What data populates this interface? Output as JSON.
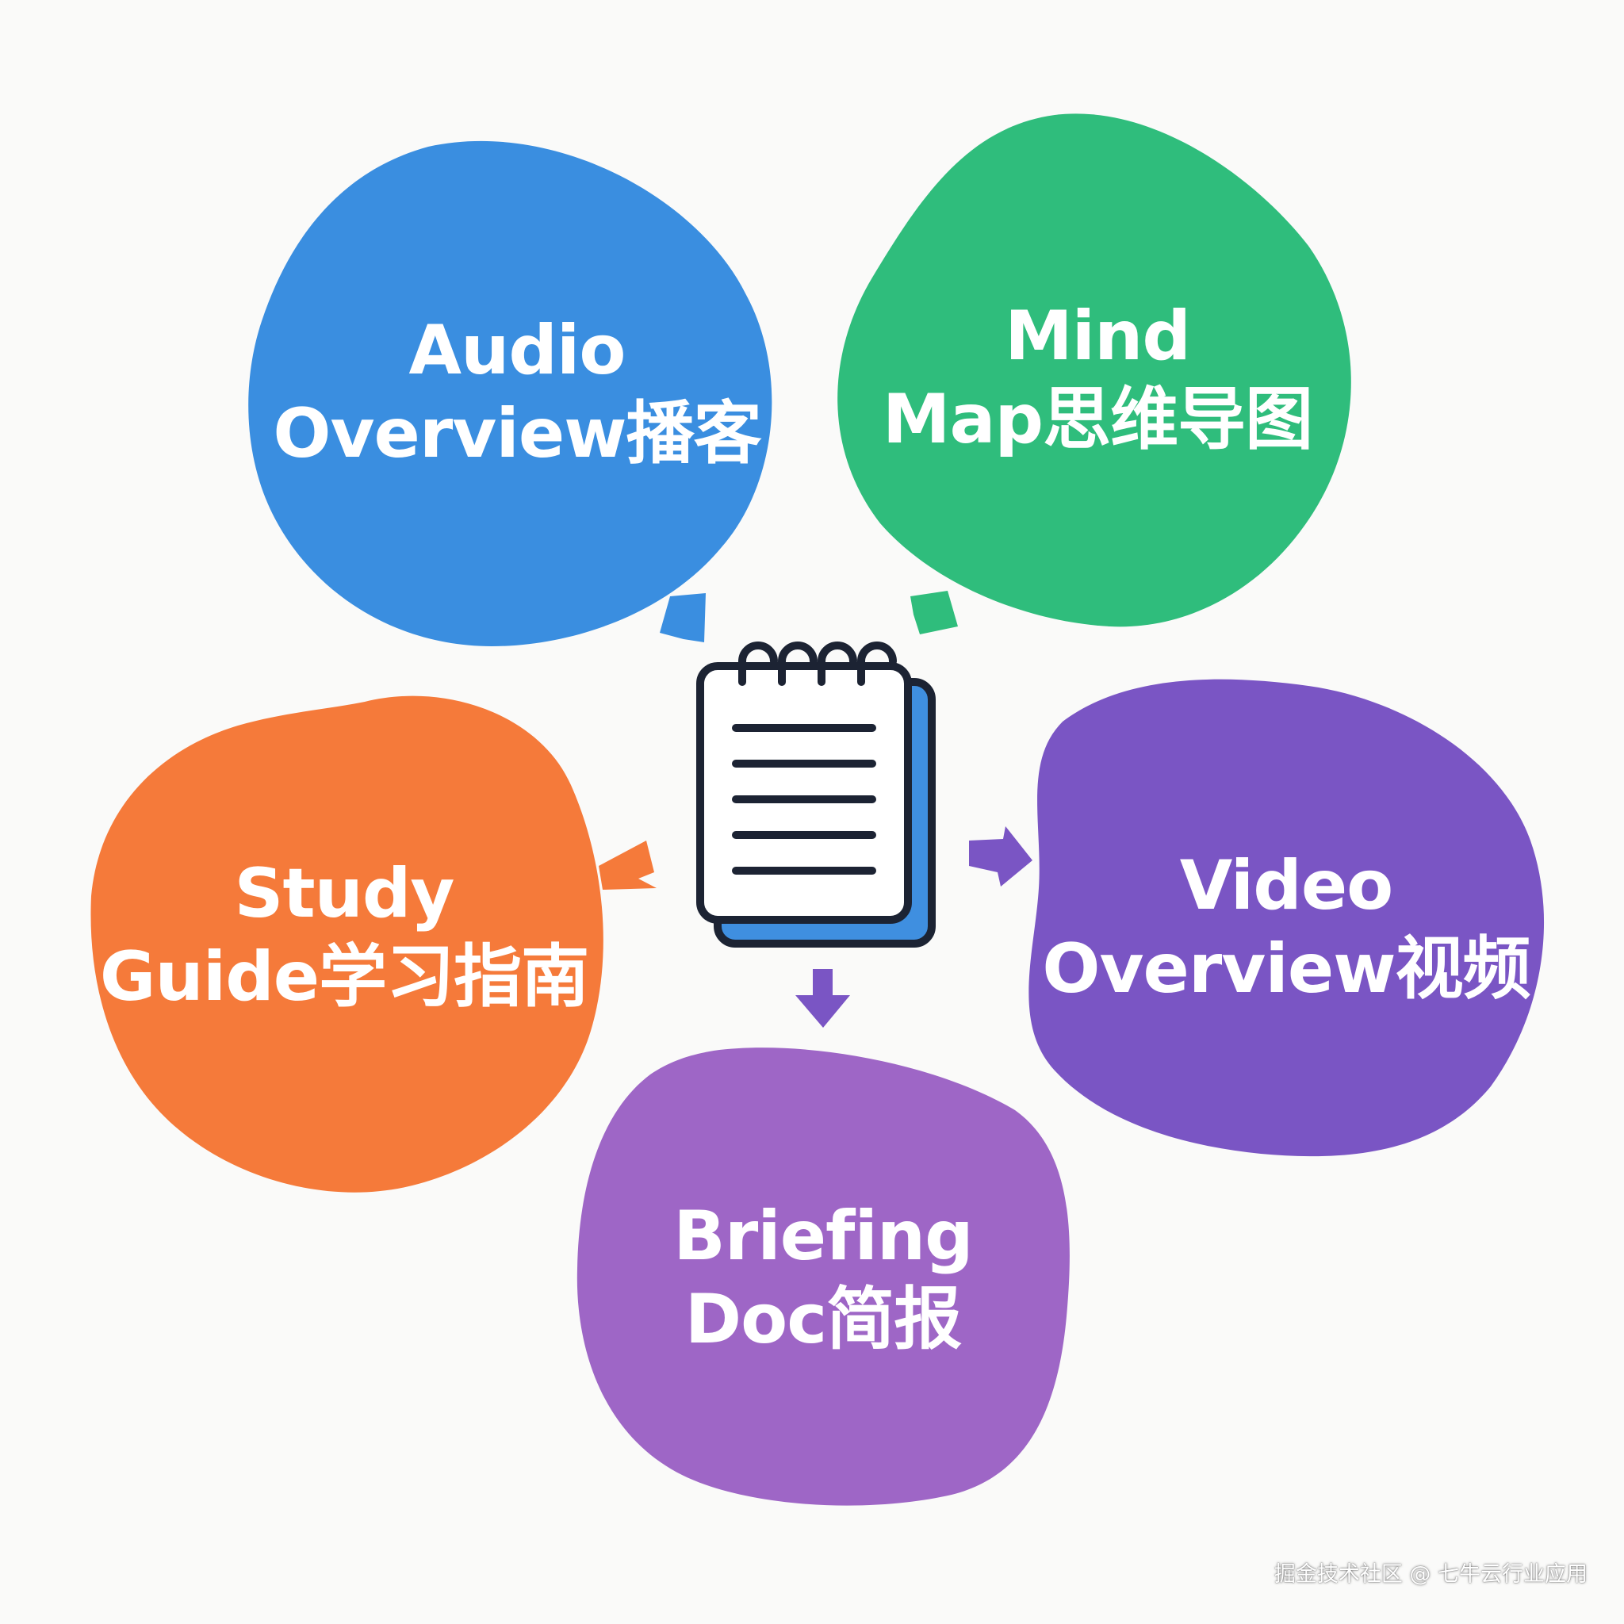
{
  "colors": {
    "background": "#fafaf9",
    "audio": "#3a8ee0",
    "mind_map": "#2fbd7c",
    "study_guide": "#f57a3a",
    "video": "#7a55c4",
    "briefing": "#9e66c6",
    "notebook_outline": "#1c2333",
    "notebook_back": "#3f8fe0"
  },
  "center_icon": "notebook-icon",
  "nodes": {
    "audio": {
      "line1": "Audio",
      "line2": "Overview播客"
    },
    "mind_map": {
      "line1": "Mind",
      "line2": "Map思维导图"
    },
    "study_guide": {
      "line1": "Study",
      "line2": "Guide学习指南"
    },
    "video": {
      "line1": "Video",
      "line2": "Overview视频"
    },
    "briefing": {
      "line1": "Briefing",
      "line2": "Doc简报"
    }
  },
  "watermark": "掘金技术社区 @ 七牛云行业应用"
}
